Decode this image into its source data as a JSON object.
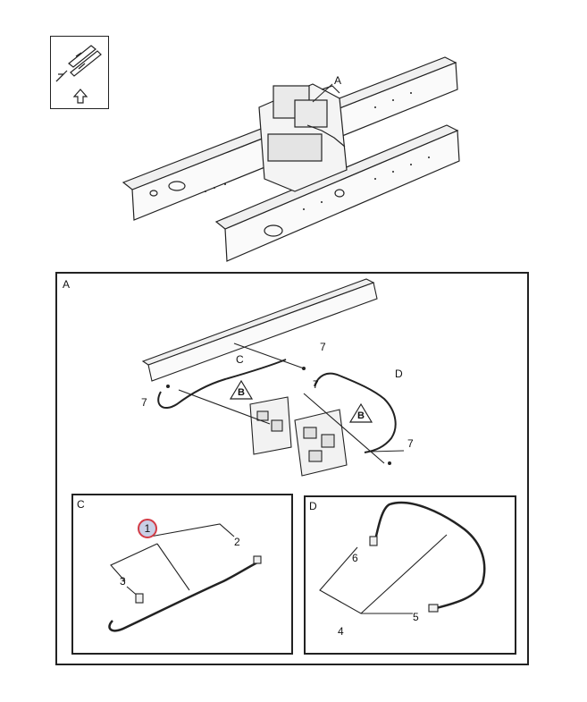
{
  "orientation_icon": {
    "name": "view-orientation-icon"
  },
  "overview": {
    "callout_a": "A"
  },
  "panel_a": {
    "label": "A",
    "callouts": [
      "7",
      "C",
      "D",
      "7",
      "7",
      "7"
    ],
    "triangles": [
      "B",
      "B"
    ]
  },
  "panel_c": {
    "label": "C",
    "callouts": {
      "item1": "1",
      "item2": "2",
      "item3": "3"
    }
  },
  "panel_d": {
    "label": "D",
    "callouts": {
      "item4": "4",
      "item5": "5",
      "item6": "6"
    }
  },
  "colors": {
    "highlight_ring": "#d23b46",
    "highlight_fill": "#c9cfe6",
    "line": "#222222"
  }
}
